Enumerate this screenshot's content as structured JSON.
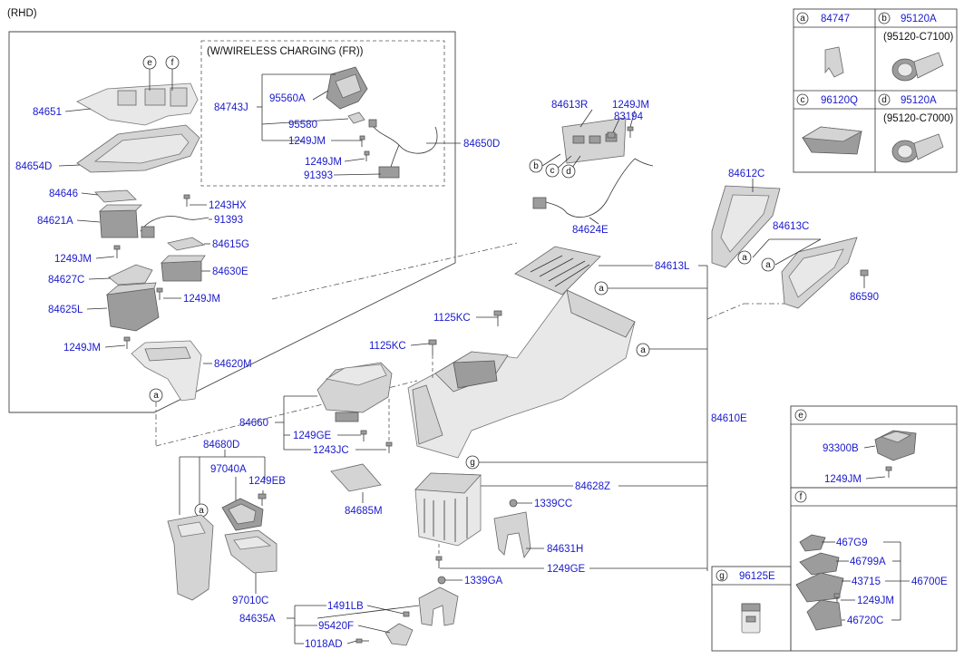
{
  "variant_label": "(RHD)",
  "wireless_label": "(W/WIRELESS CHARGING (FR))",
  "parts": {
    "p84651": "84651",
    "p84654D": "84654D",
    "p84646": "84646",
    "p84621A": "84621A",
    "p1249JM_a": "1249JM",
    "p84627C": "84627C",
    "p84625L": "84625L",
    "p1249JM_b": "1249JM",
    "p84620M": "84620M",
    "p1243HX": "1243HX",
    "p91393_a": "91393",
    "p84615G": "84615G",
    "p84630E": "84630E",
    "p1249JM_c": "1249JM",
    "p84743J": "84743J",
    "p95560A": "95560A",
    "p95580": "95580",
    "p1249JM_d": "1249JM",
    "p1249JM_e": "1249JM",
    "p91393_b": "91393",
    "p84650D": "84650D",
    "p84613R": "84613R",
    "p83194": "83194",
    "p1249JM_f": "1249JM",
    "p84624E": "84624E",
    "p84612C": "84612C",
    "p84613C": "84613C",
    "p86590": "86590",
    "p84613L": "84613L",
    "p1125KC_a": "1125KC",
    "p1125KC_b": "1125KC",
    "p84610E": "84610E",
    "p84660": "84660",
    "p1249GE_a": "1249GE",
    "p1243JC": "1243JC",
    "p84685M": "84685M",
    "p84680D": "84680D",
    "p97040A": "97040A",
    "p1249EB": "1249EB",
    "p97010C": "97010C",
    "p84628Z": "84628Z",
    "p1339CC": "1339CC",
    "p84631H": "84631H",
    "p1249GE_b": "1249GE",
    "p1339GA": "1339GA",
    "p1491LB": "1491LB",
    "p84635A": "84635A",
    "p95420F": "95420F",
    "p1018AD": "1018AD"
  },
  "callouts": {
    "a": "a",
    "b": "b",
    "c": "c",
    "d": "d",
    "e": "e",
    "f": "f",
    "g": "g"
  },
  "legend": {
    "a": {
      "letter": "a",
      "part": "84747"
    },
    "b": {
      "letter": "b",
      "part": "95120A",
      "note": "(95120-C7100)"
    },
    "c": {
      "letter": "c",
      "part": "96120Q"
    },
    "d": {
      "letter": "d",
      "part": "95120A",
      "note": "(95120-C7000)"
    },
    "e": {
      "letter": "e",
      "part1": "93300B",
      "part2": "1249JM"
    },
    "f": {
      "letter": "f",
      "p1": "467G9",
      "p2": "46799A",
      "p3": "43715",
      "p4": "1249JM",
      "p5": "46720C",
      "assy": "46700E"
    },
    "g": {
      "letter": "g",
      "part": "96125E"
    }
  }
}
